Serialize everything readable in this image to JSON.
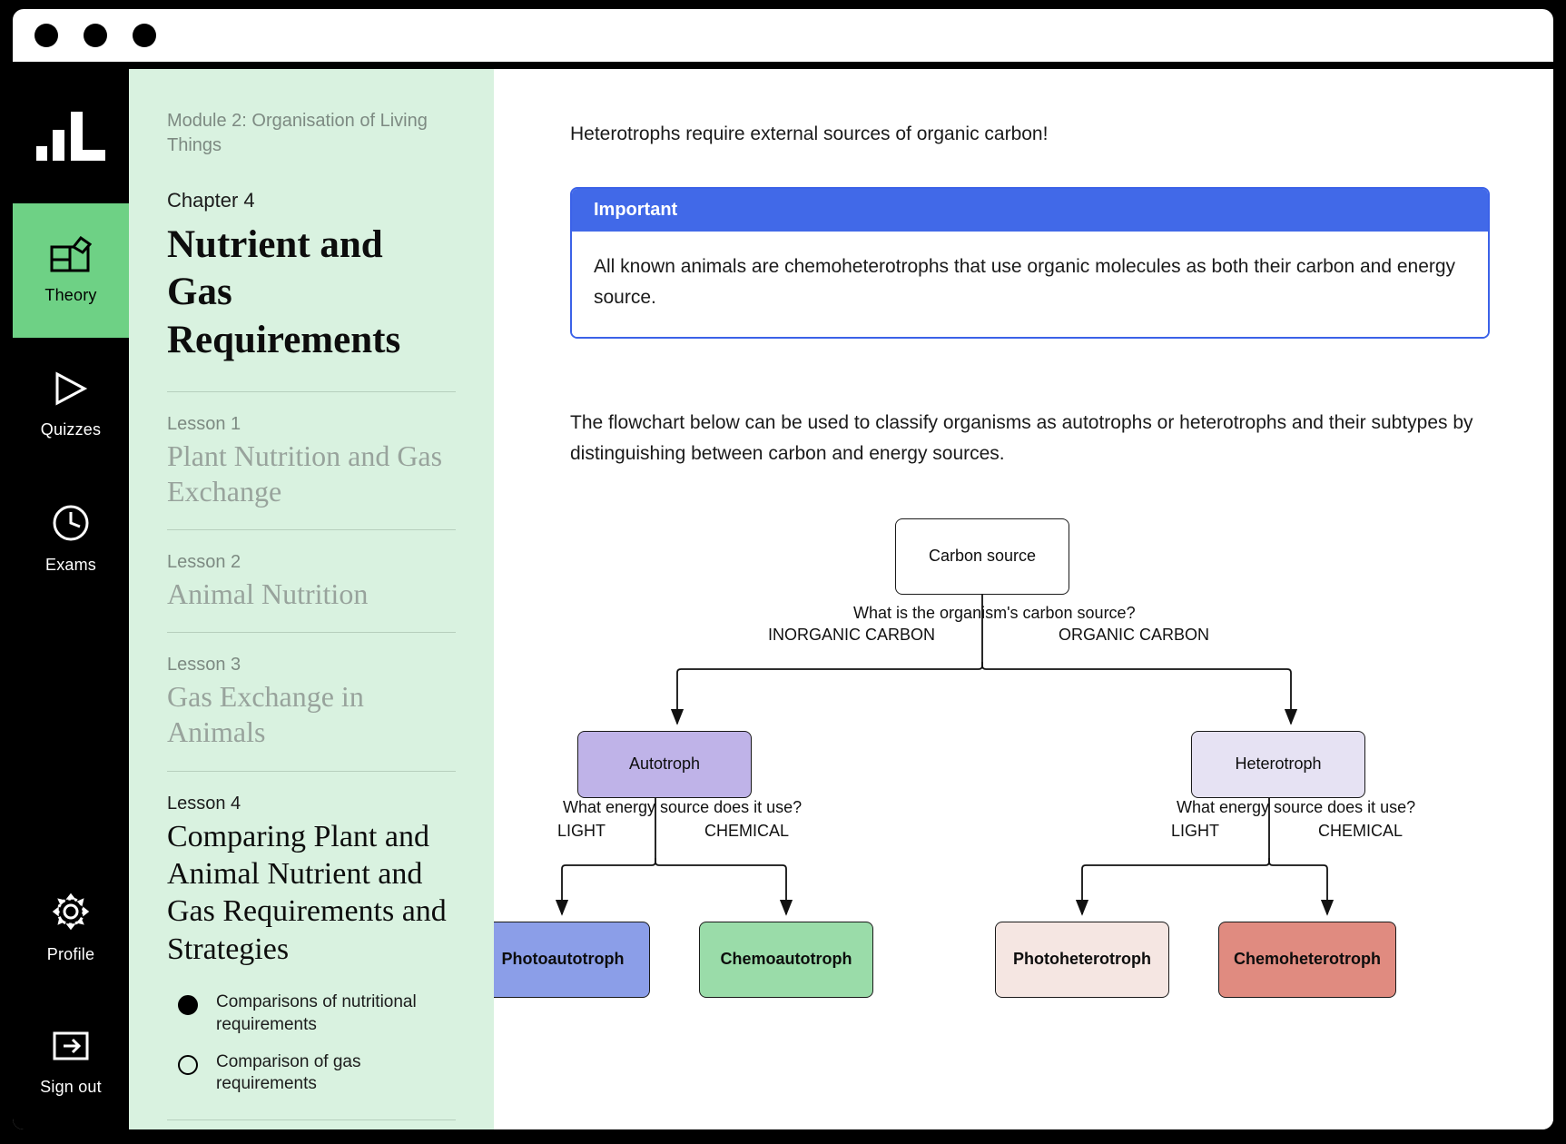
{
  "window": {
    "traffic_lights": [
      "close-dot",
      "minimize-dot",
      "maximize-dot"
    ]
  },
  "rail": {
    "logo_name": "bar-chart-logo",
    "items": [
      {
        "label": "Theory",
        "icon": "theory-blocks-icon",
        "active": true
      },
      {
        "label": "Quizzes",
        "icon": "play-triangle-icon",
        "active": false
      },
      {
        "label": "Exams",
        "icon": "clock-icon",
        "active": false
      },
      {
        "label": "Profile",
        "icon": "gear-icon",
        "active": false
      },
      {
        "label": "Sign out",
        "icon": "sign-out-icon",
        "active": false
      }
    ]
  },
  "lesson_panel": {
    "module": "Module 2: Organisation of Living Things",
    "chapter_num": "Chapter 4",
    "chapter_title": "Nutrient and Gas Requirements",
    "lessons": [
      {
        "num": "Lesson 1",
        "name": "Plant Nutrition and Gas Exchange",
        "current": false
      },
      {
        "num": "Lesson 2",
        "name": "Animal Nutrition",
        "current": false
      },
      {
        "num": "Lesson 3",
        "name": "Gas Exchange in Animals",
        "current": false
      },
      {
        "num": "Lesson 4",
        "name": "Comparing Plant and Animal Nutrient and Gas Requirements and Strategies",
        "current": true
      }
    ],
    "topics": [
      {
        "text": "Comparisons of nutritional requirements",
        "selected": true
      },
      {
        "text": "Comparison of gas requirements",
        "selected": false
      }
    ]
  },
  "content": {
    "intro_text": "Heterotrophs require external sources of organic carbon!",
    "callout": {
      "title": "Important",
      "body": "All known animals are chemoheterotrophs that use organic molecules as both their carbon and energy source.",
      "accent_color": "#4169e8"
    },
    "flow_intro": "The flowchart below can be used to classify organisms as autotrophs or heterotrophs and their subtypes by distinguishing between carbon and energy sources."
  },
  "chart_data": {
    "type": "diagram",
    "title": "Carbon and energy source classification flowchart",
    "nodes": [
      {
        "id": "root",
        "label": "Carbon source",
        "fill": "#ffffff",
        "bold": false
      },
      {
        "id": "autotroph",
        "label": "Autotroph",
        "fill": "#bfb3e8",
        "bold": false
      },
      {
        "id": "heterotroph",
        "label": "Heterotroph",
        "fill": "#e6e2f3",
        "bold": false
      },
      {
        "id": "photoautotroph",
        "label": "Photoautotroph",
        "fill": "#8b9ee8",
        "bold": true
      },
      {
        "id": "chemoautotroph",
        "label": "Chemoautotroph",
        "fill": "#9adca9",
        "bold": true
      },
      {
        "id": "photoheterotroph",
        "label": "Photoheterotroph",
        "fill": "#f5e6e2",
        "bold": true
      },
      {
        "id": "chemoheterotroph",
        "label": "Chemoheterotroph",
        "fill": "#e08b80",
        "bold": true
      }
    ],
    "questions": [
      {
        "id": "q-carbon",
        "text": "What is the organism's carbon source?"
      },
      {
        "id": "q-energy-auto",
        "text": "What energy source does it use?"
      },
      {
        "id": "q-energy-hetero",
        "text": "What energy source does it use?"
      }
    ],
    "edge_labels": [
      {
        "id": "edge-inorganic-carbon",
        "text": "INORGANIC CARBON"
      },
      {
        "id": "edge-organic-carbon",
        "text": "ORGANIC CARBON"
      },
      {
        "id": "edge-light-auto",
        "text": "LIGHT"
      },
      {
        "id": "edge-chemical-auto",
        "text": "CHEMICAL"
      },
      {
        "id": "edge-light-hetero",
        "text": "LIGHT"
      },
      {
        "id": "edge-chemical-hetero",
        "text": "CHEMICAL"
      }
    ]
  }
}
